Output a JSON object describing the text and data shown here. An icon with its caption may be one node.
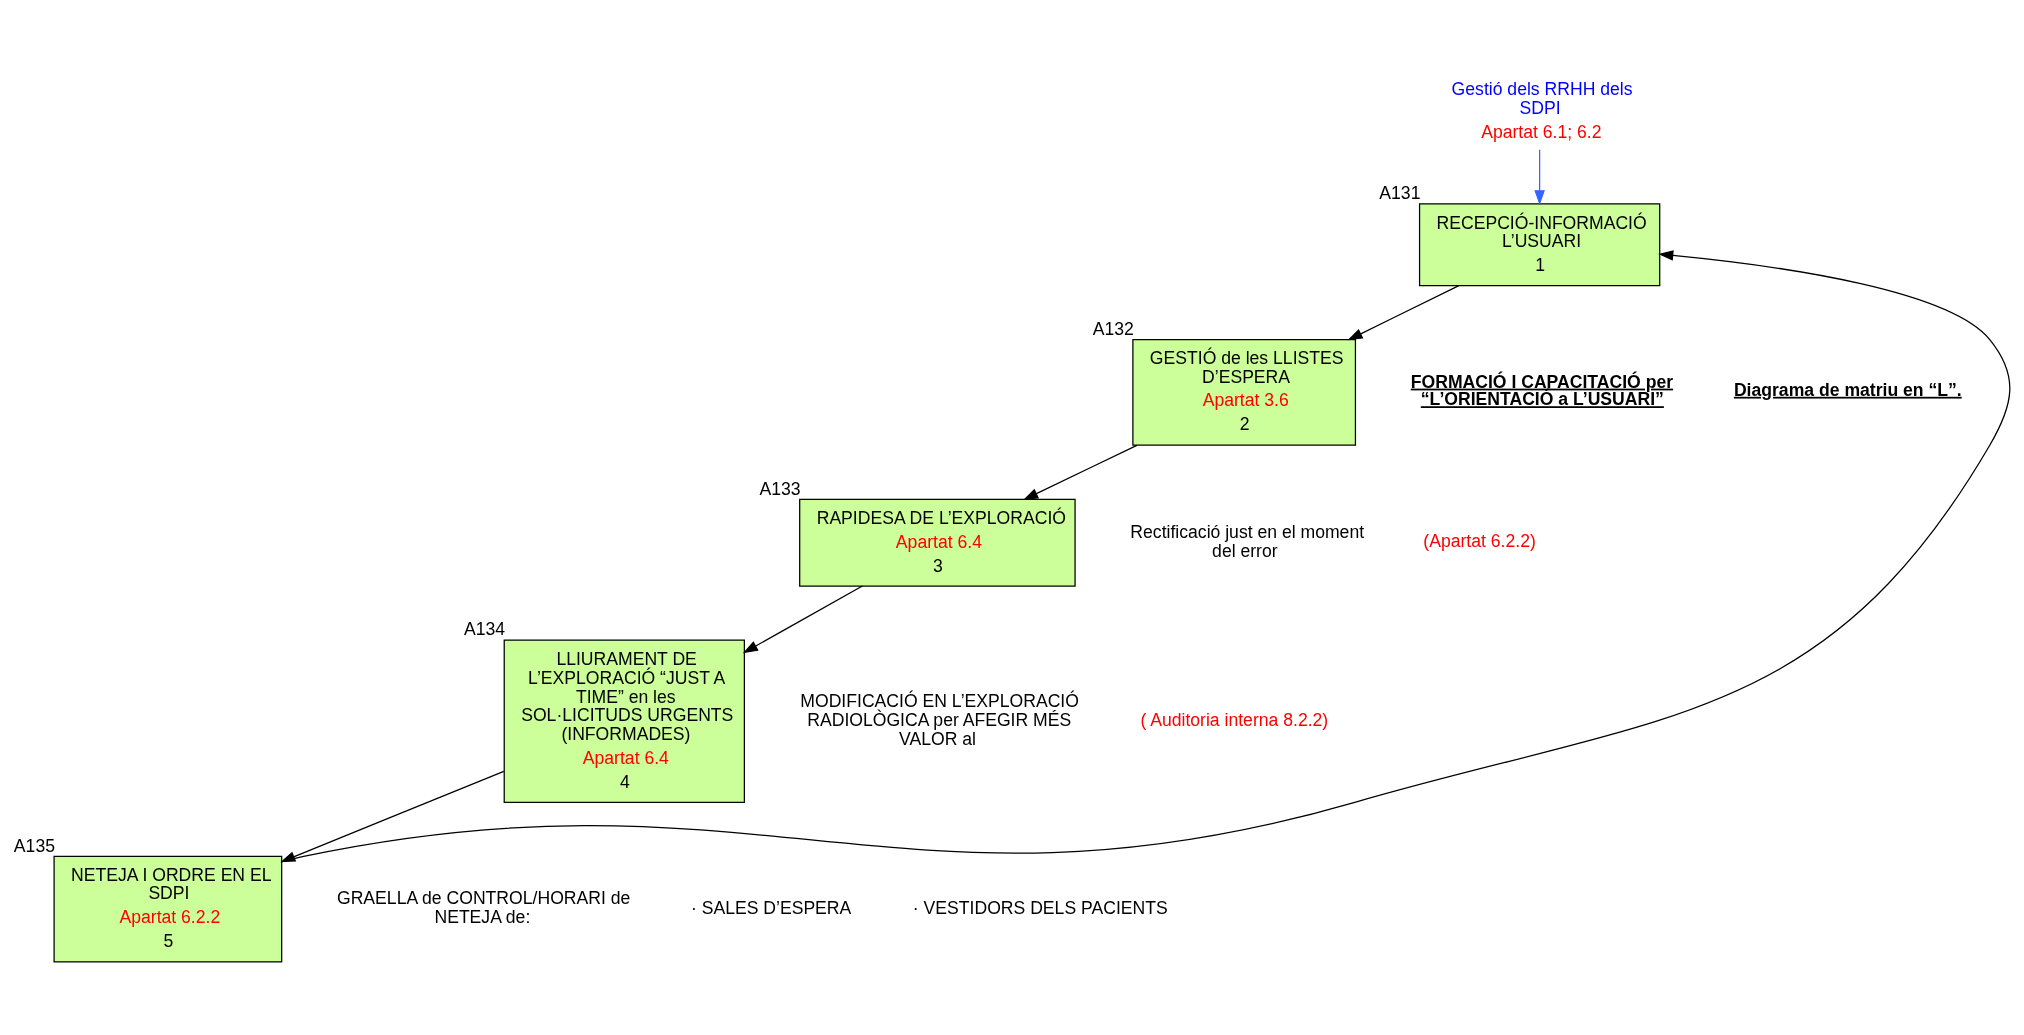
{
  "diagram": {
    "nodes": [
      {
        "text": [
          "Gestió dels RRHH dels SDPI",
          "Apartat 6.1; 6.2"
        ]
      },
      {
        "text": [
          "RECEPCIÓ-INFORMACIÓ L’USUARI",
          "1"
        ],
        "beside": [
          "A131"
        ]
      },
      {
        "text": [
          "GESTIÓ de les LLISTES D’ESPERA",
          "Apartat 3.6",
          "2"
        ],
        "beside": [
          "A132"
        ]
      },
      {
        "text": [
          "RAPIDESA DE L’EXPLORACIÓ",
          "Apartat 6.4",
          "3"
        ],
        "beside": [
          "A133"
        ]
      },
      {
        "text": [
          "LLIURAMENT DE L’EXPLORACIÓ “JUST A TIME” en les SOL·LICITUDS URGENTS (INFORMADES)",
          "Apartat 6.4",
          "4"
        ],
        "beside": [
          "A134"
        ]
      },
      {
        "text": [
          "NETEJA I ORDRE EN EL SDPI",
          "Apartat 6.2.2",
          "5"
        ],
        "beside": [
          "A135"
        ]
      }
    ],
    "edges": [
      {
        "from": 0,
        "to": 1,
        "arrow": "to",
        "color": "#3366ff"
      },
      {
        "from": 1,
        "to": 2,
        "arrow": "to"
      },
      {
        "from": 2,
        "to": 3,
        "arrow": "to"
      },
      {
        "from": 3,
        "to": 4,
        "arrow": "to"
      },
      {
        "from": 4,
        "to": 5,
        "arrow": "to"
      },
      {
        "from": 5,
        "to": 1,
        "arrow": "to"
      }
    ],
    "labels": [
      "FORMACIÓ I CAPACITACIÓ per “L’ORIENTACIÓ a L’USUARI”",
      "Rectificació just en el moment del error",
      "(Apartat 6.2.2)",
      "MODIFICACIÓ EN L’EXPLORACIÓ RADIOLÒGICA per AFEGIR MÉS VALOR al",
      "GRAELLA de CONTROL/HORARI de NETEJA de:",
      "· SALES D’ESPERA",
      "· VESTIDORS DELS PACIENTS",
      "Diagrama de matriu en “L”.",
      "( Auditoria interna 8.2.2)"
    ]
  }
}
